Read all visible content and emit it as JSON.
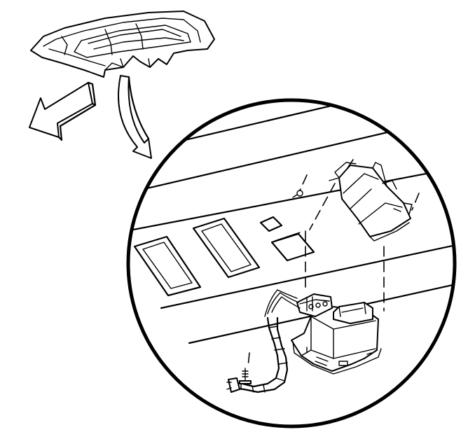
{
  "diagram": {
    "components": [
      "roof-headliner-panel",
      "forward-direction-arrow",
      "zoom-pointer-arrow",
      "detail-circle",
      "electronic-module",
      "module-mounting-bracket",
      "wiring-harness",
      "harness-connector",
      "module-retaining-screw"
    ],
    "colors": {
      "line": "#000000",
      "fill": "#ffffff"
    }
  }
}
